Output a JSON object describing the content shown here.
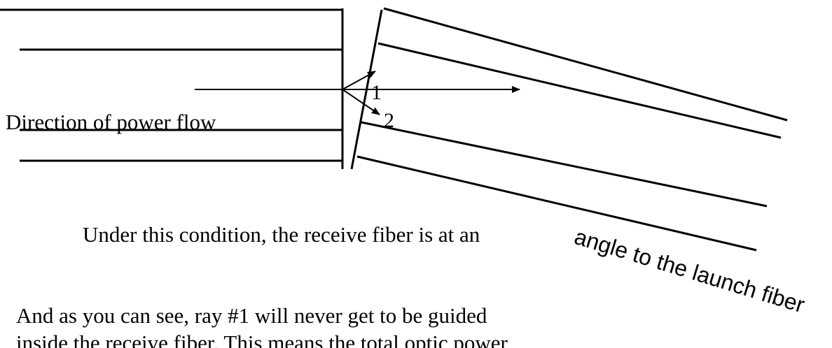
{
  "diagram": {
    "labels": {
      "power_flow": "Direction of power flow",
      "ray_1": "1",
      "ray_2": "2"
    },
    "caption": {
      "condition": "Under this condition, the receive fiber is at an",
      "angle": "angle to the launch fiber"
    },
    "explanation": {
      "line_1": "And as you can see, ray #1 will never get to be guided",
      "line_2": "inside the receive fiber.  This means the total optic power"
    },
    "colors": {
      "stroke": "#000000",
      "background": "#ffffff"
    }
  }
}
